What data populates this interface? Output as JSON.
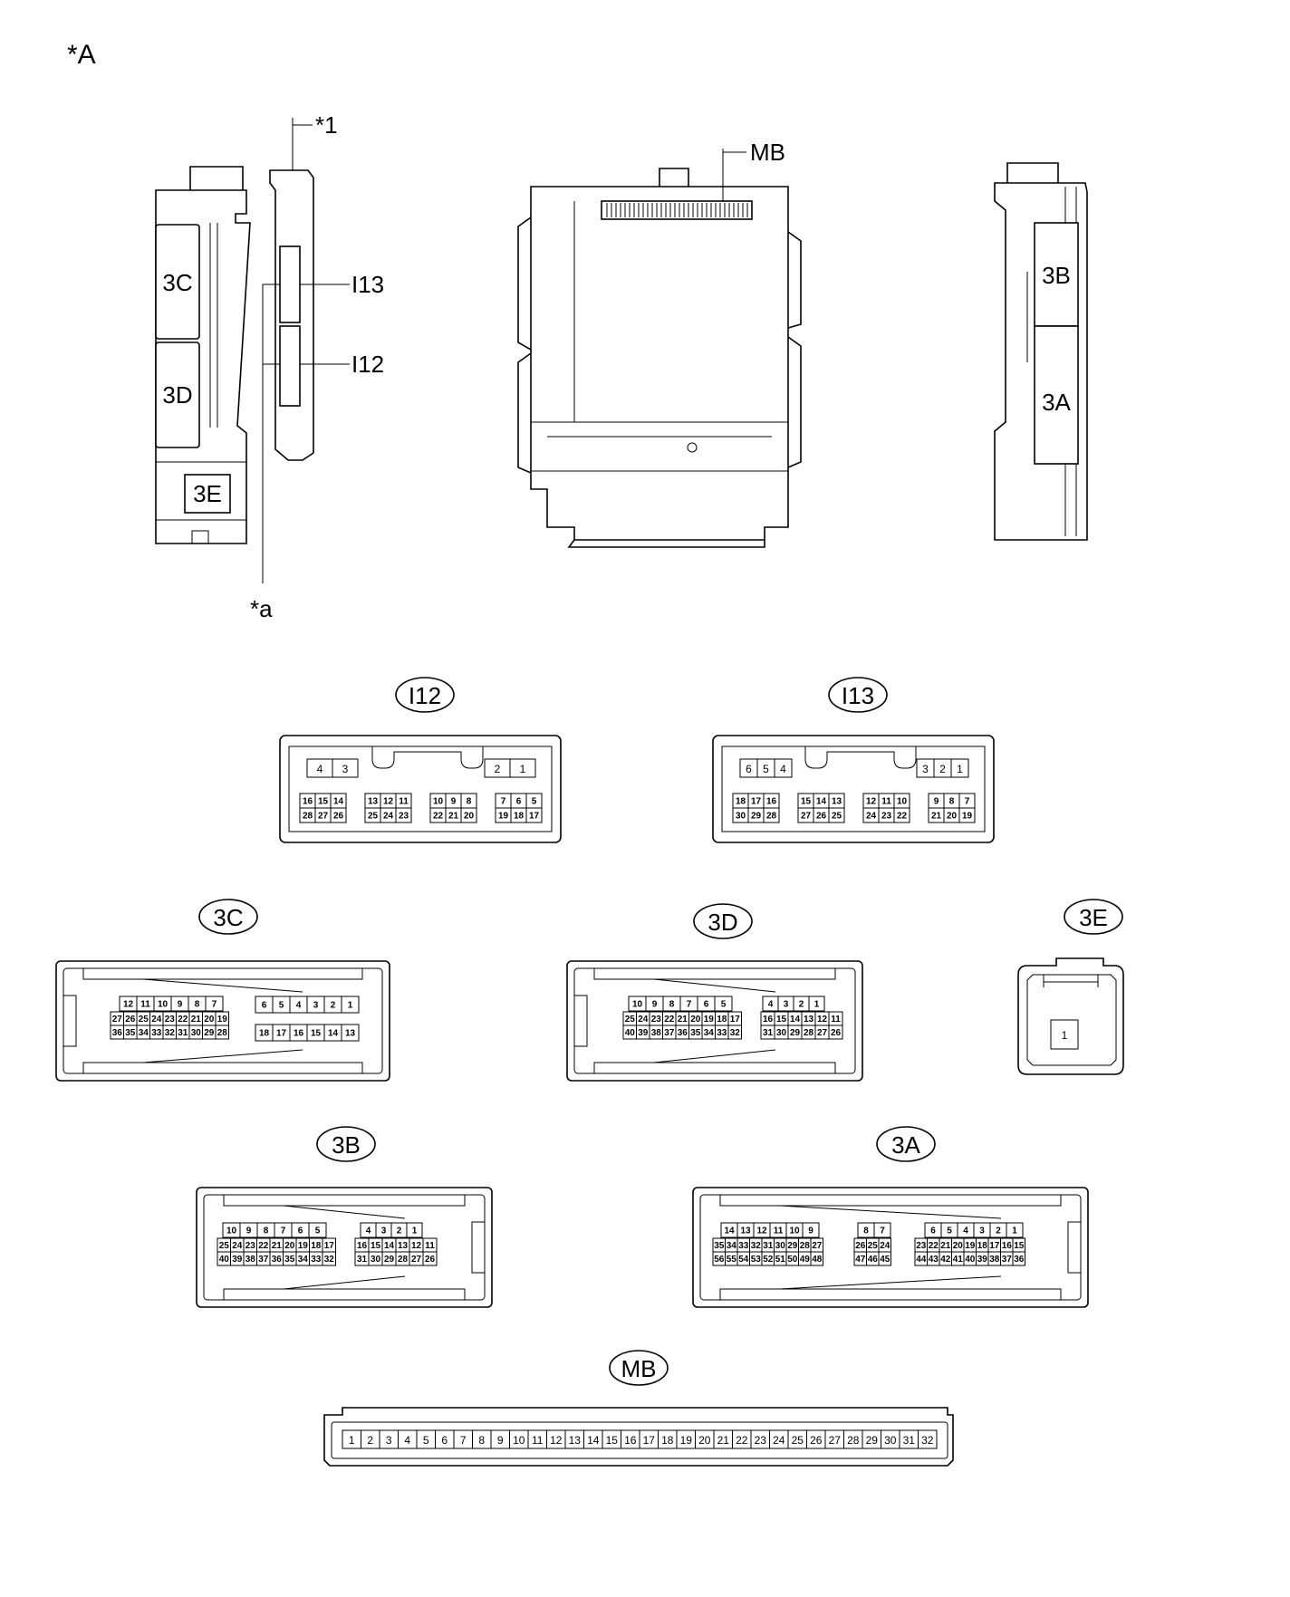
{
  "figure_label": "*A",
  "callouts": {
    "star1": "*1",
    "stara": "*a",
    "mb": "MB",
    "i13": "I13",
    "i12": "I12"
  },
  "housing_labels": {
    "c3": "3C",
    "d3": "3D",
    "e3": "3E",
    "b3": "3B",
    "a3": "3A"
  },
  "connectors": {
    "I12": {
      "name": "I12",
      "top_left": [
        "4",
        "3"
      ],
      "top_right": [
        "2",
        "1"
      ],
      "groups": [
        {
          "top": [
            "16",
            "15",
            "14"
          ],
          "bot": [
            "28",
            "27",
            "26"
          ]
        },
        {
          "top": [
            "13",
            "12",
            "11"
          ],
          "bot": [
            "25",
            "24",
            "23"
          ]
        },
        {
          "top": [
            "10",
            "9",
            "8"
          ],
          "bot": [
            "22",
            "21",
            "20"
          ]
        },
        {
          "top": [
            "7",
            "6",
            "5"
          ],
          "bot": [
            "19",
            "18",
            "17"
          ]
        }
      ]
    },
    "I13": {
      "name": "I13",
      "top_left": [
        "6",
        "5",
        "4"
      ],
      "top_right": [
        "3",
        "2",
        "1"
      ],
      "groups": [
        {
          "top": [
            "18",
            "17",
            "16"
          ],
          "bot": [
            "30",
            "29",
            "28"
          ]
        },
        {
          "top": [
            "15",
            "14",
            "13"
          ],
          "bot": [
            "27",
            "26",
            "25"
          ]
        },
        {
          "top": [
            "12",
            "11",
            "10"
          ],
          "bot": [
            "24",
            "23",
            "22"
          ]
        },
        {
          "top": [
            "9",
            "8",
            "7"
          ],
          "bot": [
            "21",
            "20",
            "19"
          ]
        }
      ]
    },
    "C3": {
      "name": "3C",
      "left": {
        "r1": [
          "12",
          "11",
          "10",
          "9",
          "8",
          "7"
        ],
        "r2": [
          "27",
          "26",
          "25",
          "24",
          "23",
          "22",
          "21",
          "20",
          "19"
        ],
        "r3": [
          "36",
          "35",
          "34",
          "33",
          "32",
          "31",
          "30",
          "29",
          "28"
        ]
      },
      "right": {
        "r1": [
          "6",
          "5",
          "4",
          "3",
          "2",
          "1"
        ],
        "r2": [
          "18",
          "17",
          "16",
          "15",
          "14",
          "13"
        ]
      }
    },
    "D3": {
      "name": "3D",
      "left": {
        "r1": [
          "10",
          "9",
          "8",
          "7",
          "6",
          "5"
        ],
        "r2": [
          "25",
          "24",
          "23",
          "22",
          "21",
          "20",
          "19",
          "18",
          "17"
        ],
        "r3": [
          "40",
          "39",
          "38",
          "37",
          "36",
          "35",
          "34",
          "33",
          "32"
        ]
      },
      "right": {
        "r1": [
          "4",
          "3",
          "2",
          "1"
        ],
        "r2": [
          "16",
          "15",
          "14",
          "13",
          "12",
          "11"
        ],
        "r3": [
          "31",
          "30",
          "29",
          "28",
          "27",
          "26"
        ]
      }
    },
    "E3": {
      "name": "3E",
      "pin": "1"
    },
    "B3": {
      "name": "3B",
      "left": {
        "r1": [
          "10",
          "9",
          "8",
          "7",
          "6",
          "5"
        ],
        "r2": [
          "25",
          "24",
          "23",
          "22",
          "21",
          "20",
          "19",
          "18",
          "17"
        ],
        "r3": [
          "40",
          "39",
          "38",
          "37",
          "36",
          "35",
          "34",
          "33",
          "32"
        ]
      },
      "right": {
        "r1": [
          "4",
          "3",
          "2",
          "1"
        ],
        "r2": [
          "16",
          "15",
          "14",
          "13",
          "12",
          "11"
        ],
        "r3": [
          "31",
          "30",
          "29",
          "28",
          "27",
          "26"
        ]
      }
    },
    "A3": {
      "name": "3A",
      "left": {
        "r1": [
          "14",
          "13",
          "12",
          "11",
          "10",
          "9"
        ],
        "r2": [
          "35",
          "34",
          "33",
          "32",
          "31",
          "30",
          "29",
          "28",
          "27"
        ],
        "r3": [
          "56",
          "55",
          "54",
          "53",
          "52",
          "51",
          "50",
          "49",
          "48"
        ]
      },
      "mid": {
        "r1": [
          "8",
          "7"
        ],
        "r2": [
          "26",
          "25",
          "24"
        ],
        "r3": [
          "47",
          "46",
          "45"
        ]
      },
      "right": {
        "r1": [
          "6",
          "5",
          "4",
          "3",
          "2",
          "1"
        ],
        "r2": [
          "23",
          "22",
          "21",
          "20",
          "19",
          "18",
          "17",
          "16",
          "15"
        ],
        "r3": [
          "44",
          "43",
          "42",
          "41",
          "40",
          "39",
          "38",
          "37",
          "36"
        ]
      }
    },
    "MB": {
      "name": "MB",
      "pins": [
        "1",
        "2",
        "3",
        "4",
        "5",
        "6",
        "7",
        "8",
        "9",
        "10",
        "11",
        "12",
        "13",
        "14",
        "15",
        "16",
        "17",
        "18",
        "19",
        "20",
        "21",
        "22",
        "23",
        "24",
        "25",
        "26",
        "27",
        "28",
        "29",
        "30",
        "31",
        "32"
      ]
    }
  }
}
